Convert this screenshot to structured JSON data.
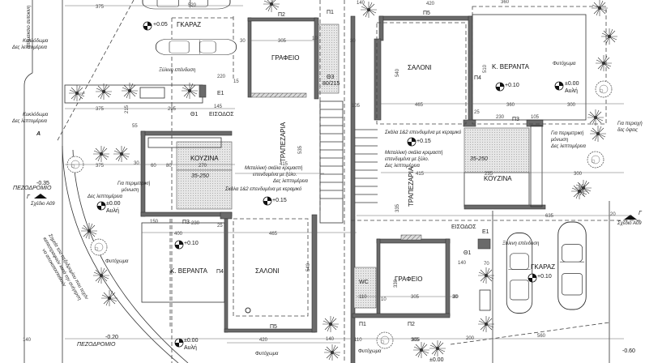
{
  "drawing": {
    "rooms": {
      "garage_top": "ΓΚΑΡΑΖ",
      "office_top": "ΓΡΑΦΕΙΟ",
      "dining_left": "ΤΡΑΠΕΖΑΡΙΑ",
      "kitchen_left": "ΚΟΥΖΙΝΑ",
      "living_top": "ΣΑΛΟΝΙ",
      "veranda_top": "Κ. ΒΕΡΑΝΤΑ",
      "kitchen_right": "ΚΟΥΖΙΝΑ",
      "dining_right": "ΤΡΑΠΕΖΑΡΙΑ",
      "veranda_bottom": "Κ. ΒΕΡΑΝΤΑ",
      "living_bottom": "ΣΑΛΟΝΙ",
      "office_bottom": "ΓΡΑΦΕΙΟ",
      "garage_bottom": "ΓΚΑΡΑΖ",
      "wc": "WC",
      "entrance_left": "ΕΙΣΟΔΟΣ",
      "entrance_right": "ΕΙΣΟΔΟΣ"
    },
    "levels": {
      "garage_top": "+0.05",
      "veranda_top": "+0.10",
      "yard_top": "±0.00",
      "yard_top_label": "Αυλή",
      "stair_top": "+0.15",
      "stair_left": "+0.15",
      "yard_left": "±0.00",
      "yard_left_label": "Αυλή",
      "veranda_bottom": "+0.10",
      "yard_bottom": "±0.00",
      "yard_bottom_label": "Αυλή",
      "garage_bottom": "+0.10",
      "sidewalk_top": "-0.35",
      "sidewalk_bottom": "-0.20",
      "corner": "-0.60",
      "yard_bottom_right": "±0.00"
    },
    "openings": {
      "p1_top": "Π1",
      "p2_top": "Π2",
      "p5_top": "Π5",
      "p4_top": "Π4",
      "p3_top": "Π3",
      "e1_top": "Ε1",
      "th1_top": "Θ1",
      "th3": "Θ3",
      "th3_size": "80/215",
      "p3_bottom": "Π3",
      "p4_bottom": "Π4",
      "p5_bottom": "Π5",
      "p1_bottom": "Π1",
      "p2_bottom": "Π2",
      "e1_bottom": "Ε1",
      "th1_bottom": "Θ1"
    },
    "notes": {
      "wood_cladding_top": "Ξύλινη επένδυση",
      "wood_cladding_bottom": "Ξύλινη επένδυση",
      "vault_1a": "Κυκλόδωμα",
      "vault_1b": "Δες λεπτομέρεια",
      "vault_2a": "Κυκλόδωμα",
      "vault_2b": "Δες λεπτομέρεια",
      "section_a": "A",
      "boundary": "απημακσιο αυτοκινη",
      "metal_stair_l1": "Μεταλλική σκάλα κρεμαστή",
      "metal_stair_l2": "επενδυμένα με ξύλο.",
      "metal_stair_l3": "Δες λεπτομέρεια",
      "stair_tile_l": "Σκάλα 1&2 επενδυμένα με κεραμικό",
      "stair_tile_r": "Σκάλα 1&2 επενδυμένα με κεραμικό",
      "metal_stair_r1": "Μεταλλική σκάλα κρεμαστή",
      "metal_stair_r2": "επενδυμένα με ξύλο.",
      "metal_stair_r3": "Δες λεπτομέρεια",
      "insul_r1": "Για περιμετρική",
      "insul_r2": "μόνωση",
      "insul_r3": "Δες λεπτομέρεια",
      "insul_l1": "Για περιμετρική",
      "insul_l2": "μόνωση",
      "insul_l3": "Δες λεπτομέρεια",
      "facade_1": "Για περιοχή",
      "facade_2": "δες όψεις",
      "planting_top": "Φυτόχωμα",
      "planting_left": "Φυτόχωμα",
      "planting_bottom": "Φυτόχωμα",
      "planting_bottom_right": "Φυτόχωμα",
      "sidewalk_top": "ΠΕΖΟΔΡΟΜΙΟ",
      "sidewalk_bottom": "ΠΕΖΟΔΡΟΜΙΟ",
      "section_g_left": "Γ",
      "section_g_left_ref": "Σχέδιο Α09",
      "section_g_right": "Γ",
      "section_g_right_ref": "Σχέδιο Α09",
      "curb_1": "Σημεία του πεζοδρομίου που τυχόν",
      "curb_2": "καταστραφούν κατά την ανέγερση",
      "curb_3": "να αποκατασταθούν",
      "hob_left": "35-250",
      "hob_right": "35-250"
    },
    "dimensions": [
      "375",
      "520",
      "305",
      "10",
      "30",
      "220",
      "15",
      "375",
      "295",
      "145",
      "215",
      "55",
      "375",
      "30",
      "60",
      "80",
      "270",
      "415",
      "535",
      "420",
      "360",
      "140",
      "30",
      "540",
      "510",
      "465",
      "360",
      "300",
      "105",
      "25",
      "230",
      "105",
      "415",
      "235",
      "300",
      "150",
      "230",
      "25",
      "400",
      "465",
      "540",
      "420",
      "335",
      "140",
      "70",
      "635",
      "20",
      "140",
      "305",
      "30",
      "110",
      "10",
      "305",
      "140",
      "110",
      "305",
      "200",
      "560",
      "30",
      "330"
    ]
  }
}
